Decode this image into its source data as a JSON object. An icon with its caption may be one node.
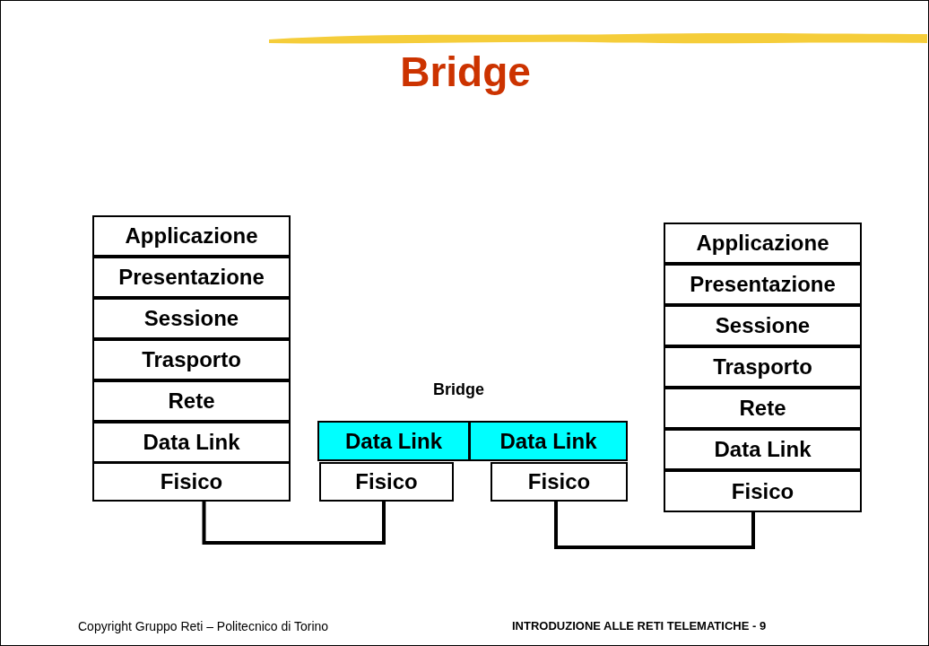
{
  "diagram": {
    "title": "Bridge",
    "nodes": [
      {
        "text": [
          "Applicazione"
        ]
      },
      {
        "text": [
          "Presentazione"
        ]
      },
      {
        "text": [
          "Sessione"
        ]
      },
      {
        "text": [
          "Trasporto"
        ]
      },
      {
        "text": [
          "Rete"
        ]
      },
      {
        "text": [
          "Data Link"
        ]
      },
      {
        "text": [
          "Fisico"
        ]
      },
      {
        "text": [
          "Data Link"
        ]
      },
      {
        "text": [
          "Data Link"
        ]
      },
      {
        "text": [
          "Fisico"
        ]
      },
      {
        "text": [
          "Fisico"
        ]
      },
      {
        "text": [
          "Applicazione"
        ]
      },
      {
        "text": [
          "Presentazione"
        ]
      },
      {
        "text": [
          "Sessione"
        ]
      },
      {
        "text": [
          "Trasporto"
        ]
      },
      {
        "text": [
          "Rete"
        ]
      },
      {
        "text": [
          "Data Link"
        ]
      },
      {
        "text": [
          "Fisico"
        ]
      }
    ],
    "edges": [
      {
        "from": 6,
        "to": 9,
        "arrow": "none"
      },
      {
        "from": 10,
        "to": 17,
        "arrow": "none"
      }
    ],
    "labels": [
      "Bridge",
      "Copyright Gruppo Reti – Politecnico di Torino",
      "INTRODUZIONE ALLE RETI TELEMATICHE - 9"
    ]
  }
}
